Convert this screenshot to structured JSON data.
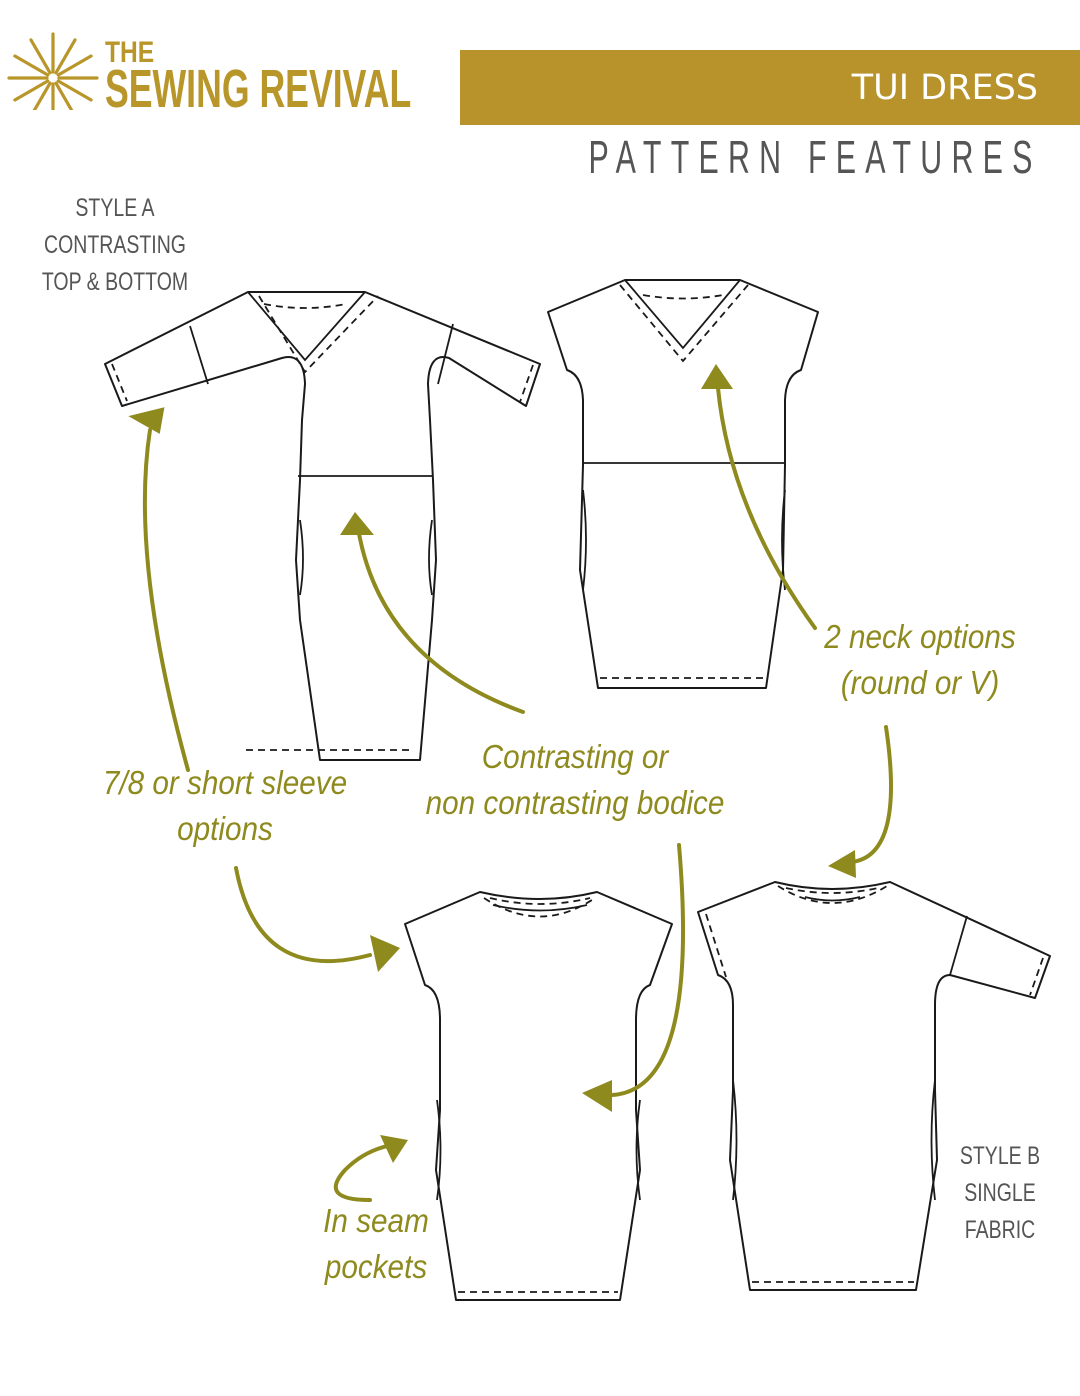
{
  "brand": {
    "line1": "THE",
    "line2": "SEWING REVIVAL",
    "logo_icon": "needle-starburst-icon",
    "color": "#b8962a"
  },
  "header": {
    "banner_title": "TUI DRESS",
    "banner_color": "#b8922a",
    "subtitle": "PATTERN FEATURES"
  },
  "styles": {
    "style_a": {
      "lines": [
        "STYLE A",
        "CONTRASTING",
        "TOP & BOTTOM"
      ]
    },
    "style_b": {
      "lines": [
        "STYLE B",
        "SINGLE",
        "FABRIC"
      ]
    }
  },
  "annotations": {
    "sleeve": {
      "lines": [
        "7/8 or short sleeve",
        "options"
      ]
    },
    "bodice": {
      "lines": [
        "Contrasting or",
        "non contrasting bodice"
      ]
    },
    "neck": {
      "lines": [
        "2 neck options",
        "(round or V)"
      ]
    },
    "pockets": {
      "lines": [
        "In seam",
        "pockets"
      ]
    }
  },
  "colors": {
    "annotation": "#8e8a1e",
    "line_art": "#1a1a1a",
    "label_gray": "#555555"
  },
  "illustrations": [
    {
      "id": "dress-a-78-sleeve-vneck",
      "neck": "V",
      "sleeve": "7/8",
      "bodice_seam": true
    },
    {
      "id": "dress-a-short-sleeve-vneck",
      "neck": "V",
      "sleeve": "short",
      "bodice_seam": true
    },
    {
      "id": "dress-b-short-sleeve-round",
      "neck": "round",
      "sleeve": "short",
      "bodice_seam": false
    },
    {
      "id": "dress-b-78-sleeve-round",
      "neck": "round",
      "sleeve": "7/8",
      "bodice_seam": false
    }
  ]
}
